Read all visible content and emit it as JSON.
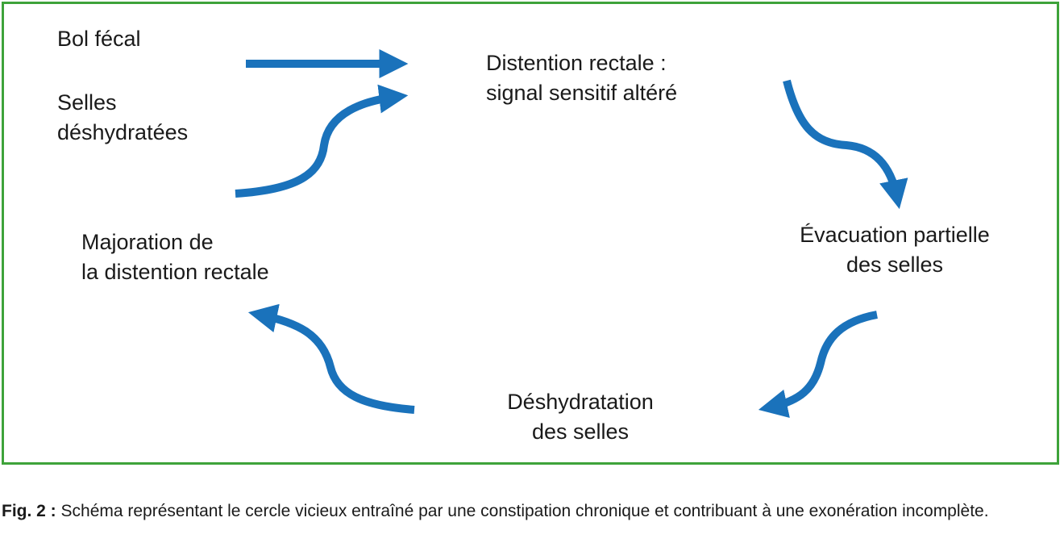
{
  "colors": {
    "frame_border": "#3ea33a",
    "arrow": "#1a72bb",
    "text": "#1a1a1a"
  },
  "nodes": {
    "bol_fecal": "Bol fécal",
    "selles_deshydratees": [
      "Selles",
      "déshydratées"
    ],
    "distention_rectale": [
      "Distention rectale :",
      "signal sensitif altéré"
    ],
    "evacuation_partielle": [
      "Évacuation partielle",
      "des selles"
    ],
    "deshydratation": [
      "Déshydratation",
      "des selles"
    ],
    "majoration": [
      "Majoration de",
      "la distention rectale"
    ]
  },
  "caption": {
    "label": "Fig. 2 :",
    "text": "Schéma représentant le cercle vicieux entraîné par une constipation chronique et contribuant à une exonération incomplète."
  }
}
